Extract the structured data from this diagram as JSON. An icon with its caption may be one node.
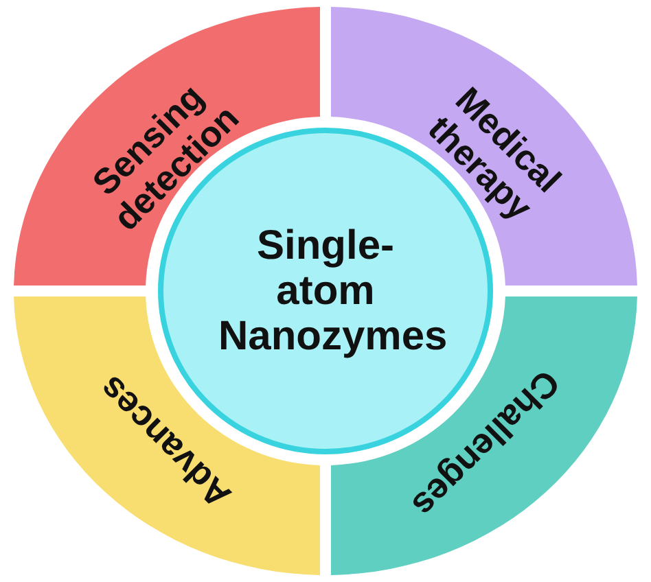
{
  "diagram": {
    "nodes": [
      {
        "text": [
          "Sensing detection"
        ]
      },
      {
        "text": [
          "Medical therapy"
        ]
      },
      {
        "text": [
          "Single-atom Nanozymes"
        ]
      },
      {
        "text": [
          "Advances"
        ]
      },
      {
        "text": [
          "Challenges"
        ]
      }
    ]
  }
}
